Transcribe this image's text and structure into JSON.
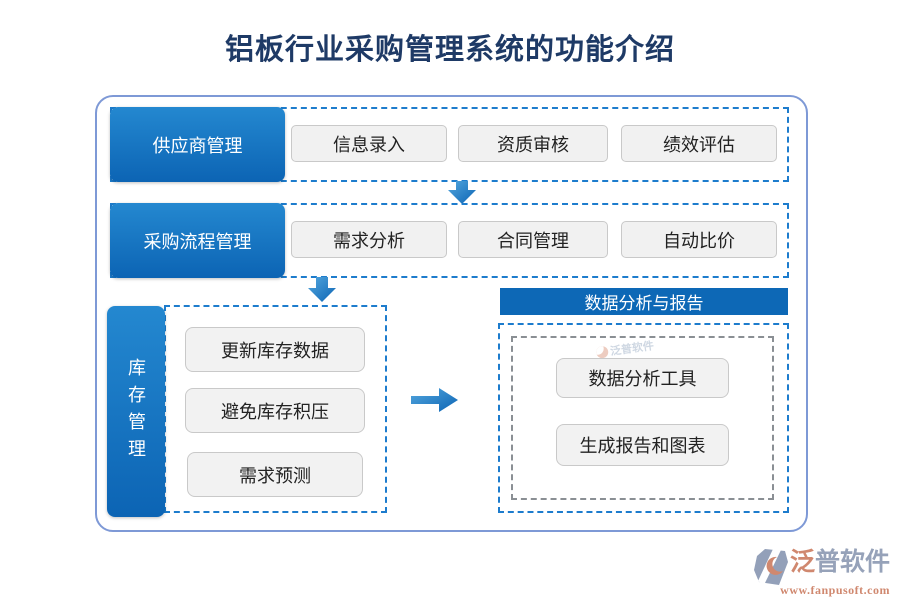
{
  "title": "铝板行业采购管理系统的功能介绍",
  "sections": {
    "supplier": {
      "label": "供应商管理",
      "items": [
        "信息录入",
        "资质审核",
        "绩效评估"
      ]
    },
    "procurement": {
      "label": "采购流程管理",
      "items": [
        "需求分析",
        "合同管理",
        "自动比价"
      ]
    },
    "inventory": {
      "label": "库存管理",
      "items": [
        "更新库存数据",
        "避免库存积压",
        "需求预测"
      ]
    },
    "analysis": {
      "header": "数据分析与报告",
      "items": [
        "数据分析工具",
        "生成报告和图表"
      ]
    }
  },
  "watermark": {
    "text": "泛普软件"
  },
  "footer": {
    "brand_first": "泛",
    "brand_rest": "普软件",
    "url": "www.fanpusoft.com"
  },
  "colors": {
    "accent_blue": "#0d68b6",
    "dashed_border_blue": "#1d7ccd",
    "container_border": "#7e99d6",
    "title_text": "#1e3a66",
    "node_bg": "#f1f1f1",
    "brand_salmon": "#d0886f",
    "brand_gray_blue": "#96a2b9"
  }
}
